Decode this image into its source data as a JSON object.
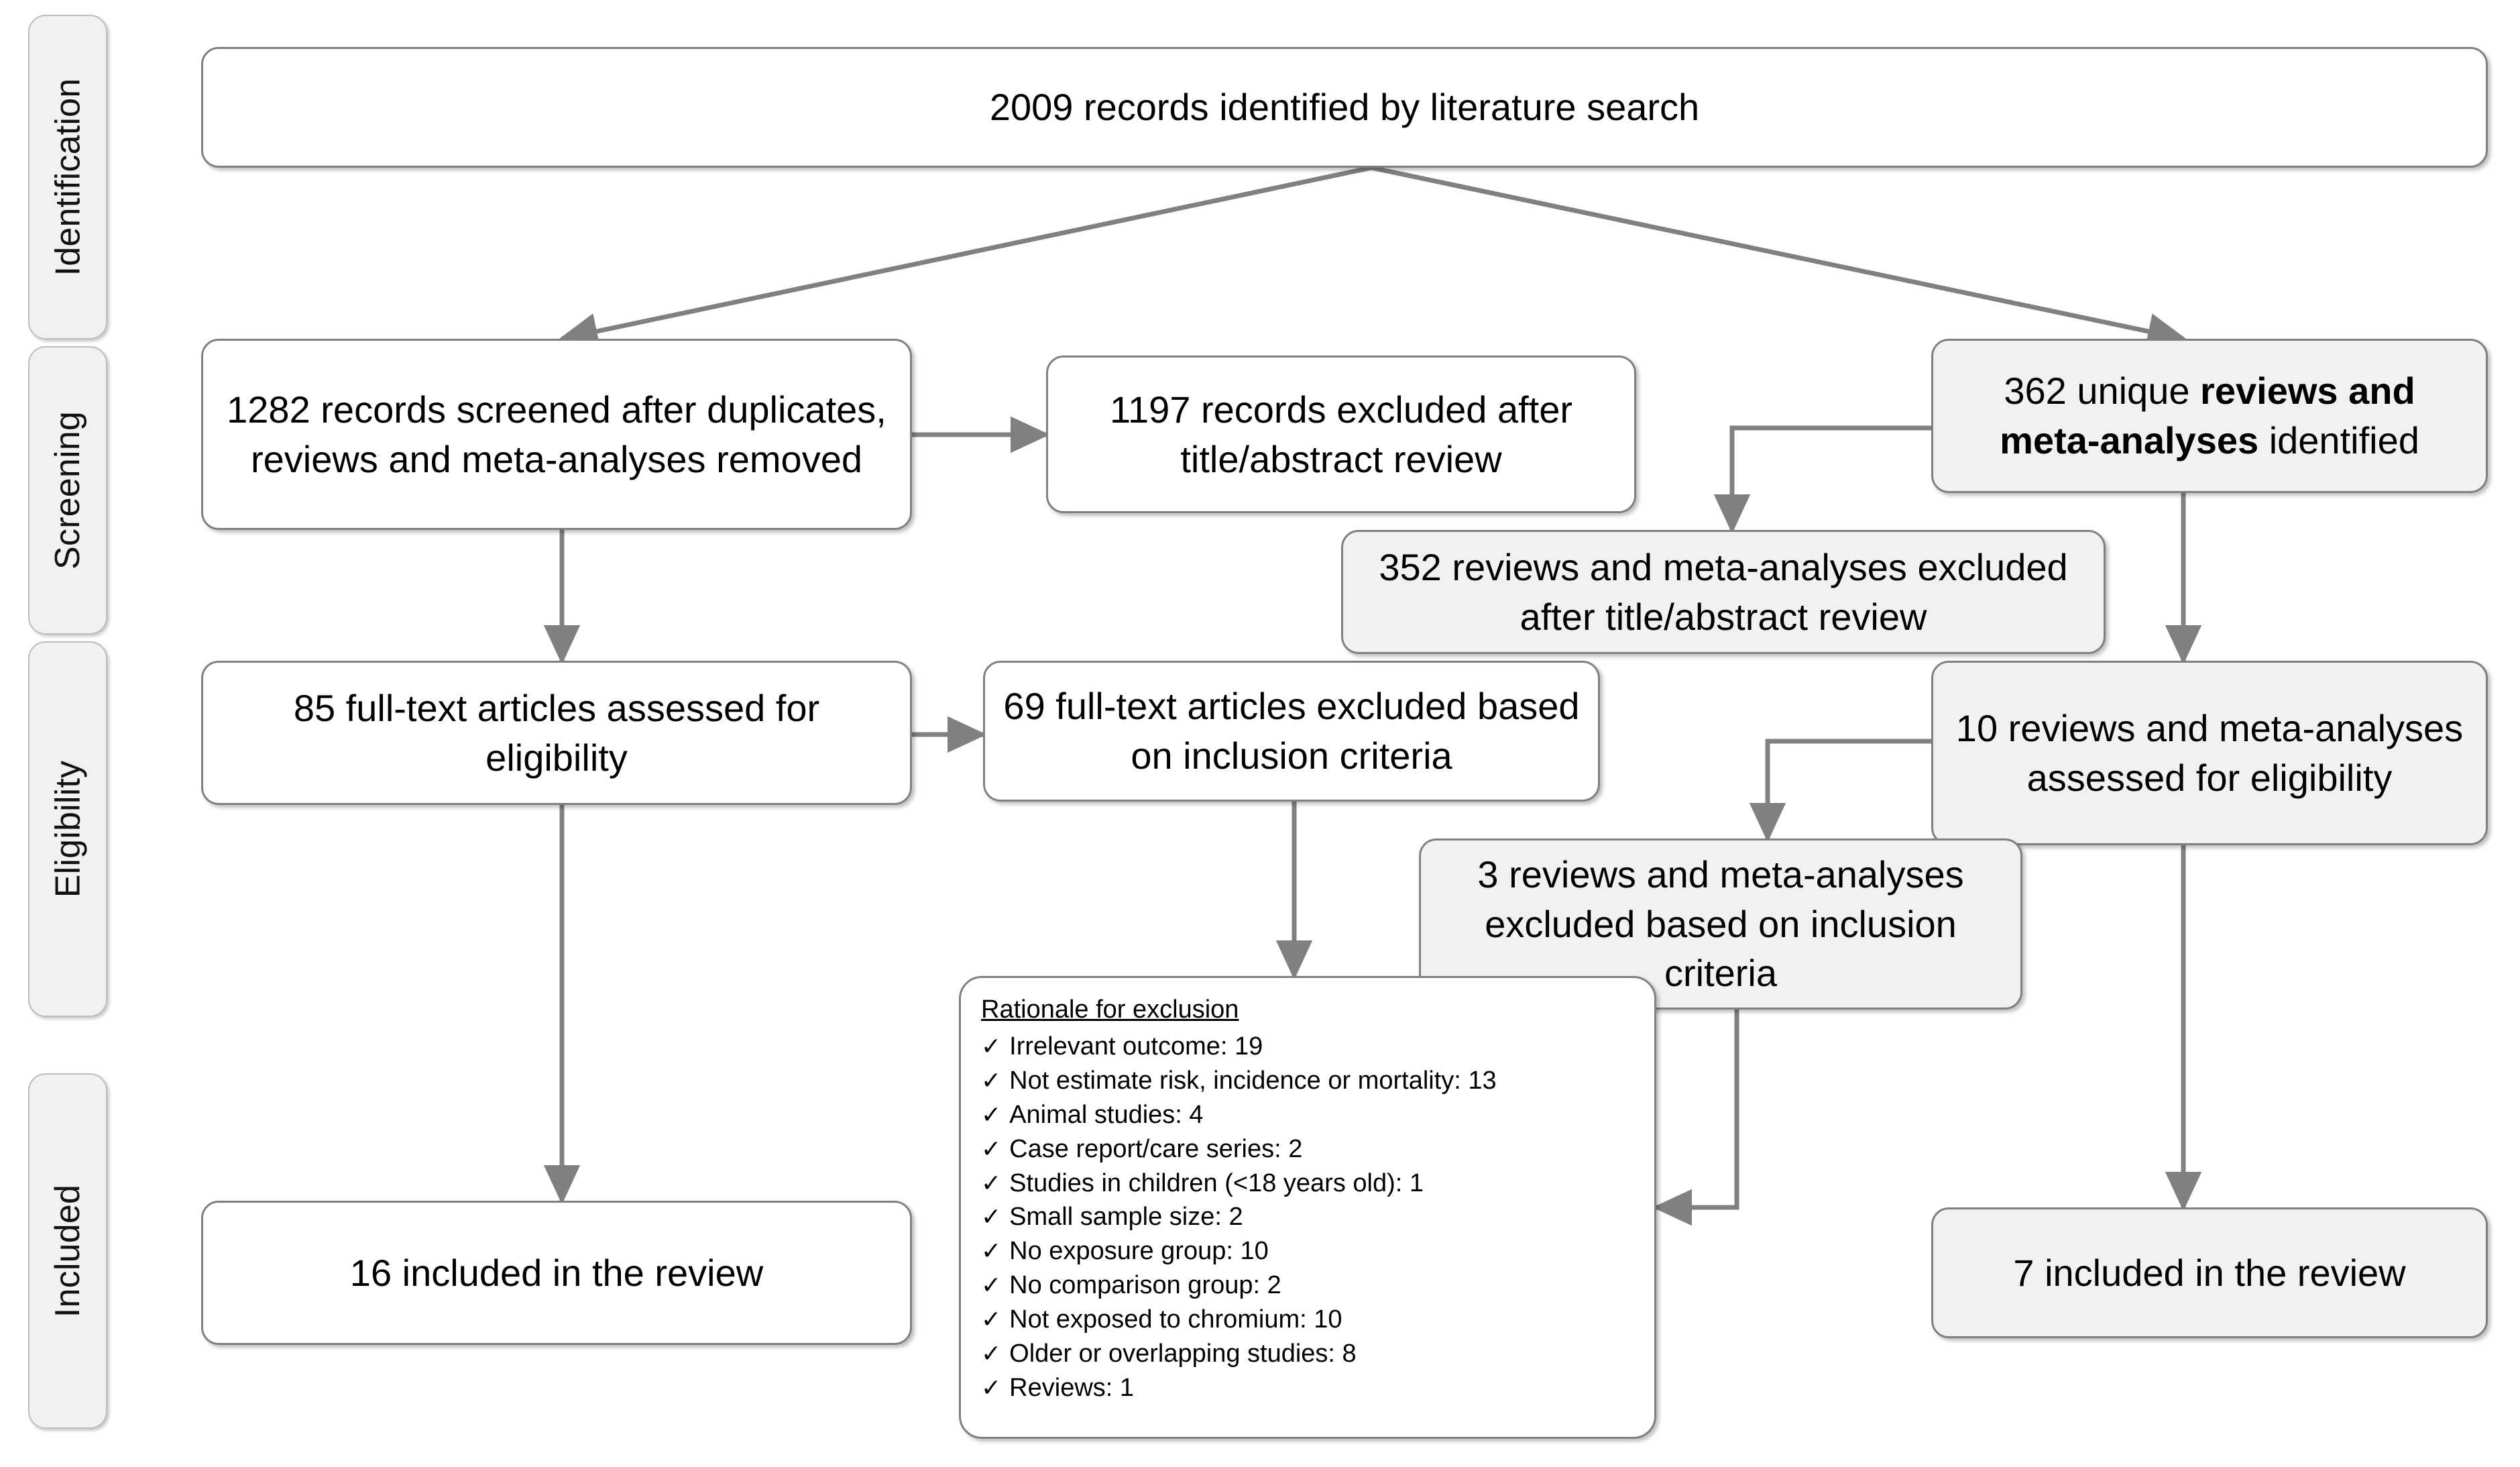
{
  "diagram": {
    "title": "PRISMA study selection flow diagram",
    "accent_line_color": "#808080",
    "box_fill_white": "#ffffff",
    "box_fill_gray": "#f1f1f1",
    "stage_labels": [
      {
        "id": "identification",
        "label": "Identification"
      },
      {
        "id": "screening",
        "label": "Screening"
      },
      {
        "id": "eligibility",
        "label": "Eligibility"
      },
      {
        "id": "included",
        "label": "Included"
      }
    ],
    "nodes": {
      "records_identified": "2009 records identified by literature search",
      "records_screened": "1282 records screened after duplicates, reviews and meta-analyses removed",
      "records_excluded": "1197 records excluded after title/abstract review",
      "unique_reviews_pre": "362 unique ",
      "unique_reviews_bold": "reviews and meta-analyses",
      "unique_reviews_post": " identified",
      "reviews_excluded_ta": "352 reviews and meta-analyses excluded after title/abstract review",
      "fulltext_assessed": "85 full-text articles assessed for eligibility",
      "fulltext_excluded": "69 full-text articles excluded based on inclusion criteria",
      "reviews_assessed": "10 reviews and meta-analyses assessed for eligibility",
      "reviews_excluded_criteria": "3 reviews and meta-analyses excluded based on inclusion criteria",
      "included_left": "16 included in the review",
      "included_right": "7 included in the review"
    },
    "rationale": {
      "title": "Rationale for exclusion",
      "bullet_glyph": "✓",
      "items": [
        "Irrelevant outcome: 19",
        "Not estimate risk, incidence or mortality: 13",
        "Animal studies: 4",
        "Case report/care series: 2",
        "Studies in children (<18 years old): 1",
        "Small sample size: 2",
        "No exposure group: 10",
        "No comparison group: 2",
        "Not exposed to chromium: 10",
        "Older or overlapping studies: 8",
        "Reviews: 1"
      ]
    }
  },
  "chart_data": {
    "type": "diagram",
    "title": "PRISMA flow of study selection",
    "stages": [
      "Identification",
      "Screening",
      "Eligibility",
      "Included"
    ],
    "nodes": [
      {
        "id": "records_identified",
        "stage": "Identification",
        "count": 2009,
        "label": "2009 records identified by literature search"
      },
      {
        "id": "records_screened",
        "stage": "Screening",
        "count": 1282,
        "label": "1282 records screened after duplicates, reviews and meta-analyses removed"
      },
      {
        "id": "records_excluded",
        "stage": "Screening",
        "count": 1197,
        "label": "1197 records excluded after title/abstract review"
      },
      {
        "id": "unique_reviews",
        "stage": "Screening",
        "count": 362,
        "label": "362 unique reviews and meta-analyses identified"
      },
      {
        "id": "reviews_excluded_ta",
        "stage": "Screening",
        "count": 352,
        "label": "352 reviews and meta-analyses excluded after title/abstract review"
      },
      {
        "id": "fulltext_assessed",
        "stage": "Eligibility",
        "count": 85,
        "label": "85 full-text articles assessed for eligibility"
      },
      {
        "id": "fulltext_excluded",
        "stage": "Eligibility",
        "count": 69,
        "label": "69 full-text articles excluded based on inclusion criteria"
      },
      {
        "id": "reviews_assessed",
        "stage": "Eligibility",
        "count": 10,
        "label": "10 reviews and meta-analyses assessed for eligibility"
      },
      {
        "id": "reviews_excluded_criteria",
        "stage": "Eligibility",
        "count": 3,
        "label": "3 reviews and meta-analyses excluded based on inclusion criteria"
      },
      {
        "id": "included_left",
        "stage": "Included",
        "count": 16,
        "label": "16 included in the review"
      },
      {
        "id": "included_right",
        "stage": "Included",
        "count": 7,
        "label": "7 included in the review"
      }
    ],
    "edges": [
      {
        "from": "records_identified",
        "to": "records_screened"
      },
      {
        "from": "records_identified",
        "to": "unique_reviews"
      },
      {
        "from": "records_screened",
        "to": "records_excluded"
      },
      {
        "from": "records_screened",
        "to": "fulltext_assessed"
      },
      {
        "from": "unique_reviews",
        "to": "reviews_excluded_ta"
      },
      {
        "from": "unique_reviews",
        "to": "reviews_assessed"
      },
      {
        "from": "fulltext_assessed",
        "to": "fulltext_excluded"
      },
      {
        "from": "fulltext_assessed",
        "to": "included_left"
      },
      {
        "from": "fulltext_excluded",
        "to": "rationale_box"
      },
      {
        "from": "reviews_assessed",
        "to": "reviews_excluded_criteria"
      },
      {
        "from": "reviews_assessed",
        "to": "included_right"
      },
      {
        "from": "reviews_excluded_criteria",
        "to": "rationale_box"
      }
    ],
    "exclusion_reasons": {
      "categories": [
        "Irrelevant outcome",
        "Not estimate risk, incidence or mortality",
        "Animal studies",
        "Case report/care series",
        "Studies in children (<18 years old)",
        "Small sample size",
        "No exposure group",
        "No comparison group",
        "Not exposed to chromium",
        "Older or overlapping studies",
        "Reviews"
      ],
      "values": [
        19,
        13,
        4,
        2,
        1,
        2,
        10,
        2,
        10,
        8,
        1
      ]
    }
  }
}
